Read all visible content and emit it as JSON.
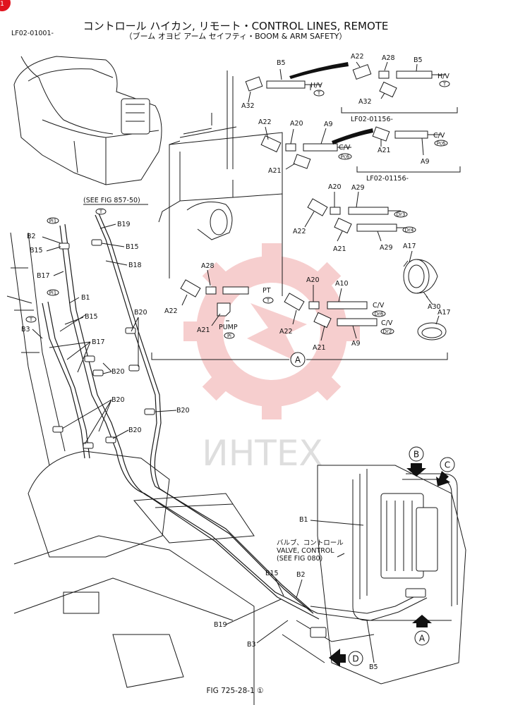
{
  "header": {
    "title": "コントロール ハイカン, リモート・CONTROL LINES, REMOTE",
    "subtitle": "（ブーム オヨビ アーム セイフティ・BOOM & ARM SAFETY）",
    "serial_top_left": "LF02-01001-",
    "page_tab": "1"
  },
  "insets": {
    "hv_serial": "LF02-01156-",
    "cv_serial": "LF02-01156-"
  },
  "references": {
    "see_fig_857": "(SEE FIG 857-50)",
    "valve_jp": "バルブ、コントロール",
    "valve_en": "VALVE, CONTROL",
    "see_fig_080": "(SEE FIG 080)"
  },
  "watermark": {
    "text": "ИНТЕХ",
    "color": "#f2b8b8"
  },
  "footer": {
    "fig": "FIG 725-28-1 ①"
  },
  "callouts": {
    "A": "A",
    "B": "B",
    "C": "C",
    "D": "D"
  },
  "port_tags": {
    "T": "T",
    "Pc6": "Pc6",
    "Dr3": "Dr3",
    "Dr4": "Dr4",
    "Dr6": "Dr6",
    "Dr2": "Dr2",
    "Pi": "Pi",
    "Pi1": "Pi1"
  },
  "destinations": {
    "hv": "H/V",
    "cv": "C/V",
    "pt": "PT",
    "pump": "PUMP"
  },
  "parts": {
    "A9": "A9",
    "A10": "A10",
    "A17": "A17",
    "A20": "A20",
    "A21": "A21",
    "A22": "A22",
    "A28": "A28",
    "A29": "A29",
    "A30": "A30",
    "A32": "A32",
    "B1": "B1",
    "B2": "B2",
    "B3": "B3",
    "B5": "B5",
    "B15": "B15",
    "B17": "B17",
    "B18": "B18",
    "B19": "B19",
    "B20": "B20"
  },
  "colors": {
    "accent_tab": "#e0141e",
    "ink": "#1a1a1a"
  }
}
